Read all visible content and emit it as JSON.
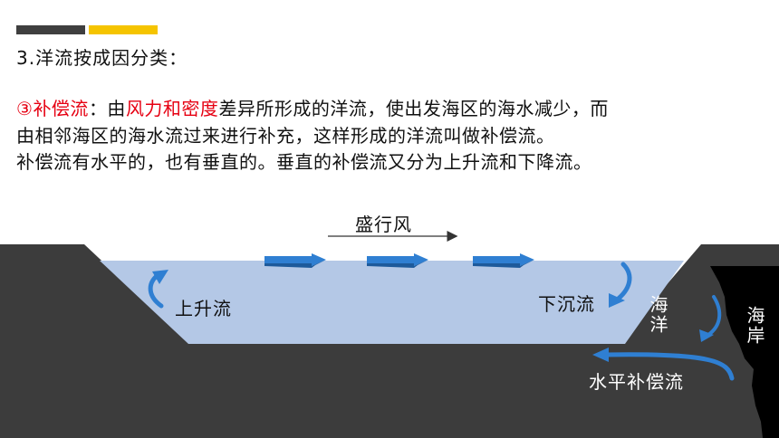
{
  "title": "3.洋流按成因分类：",
  "paragraph": {
    "number": "③",
    "term": "补偿流",
    "colon": "：由",
    "highlight": "风力和密度",
    "line1_rest": "差异所形成的洋流，使出发海区的海水减少，而",
    "line2": "由相邻海区的海水流过来进行补充，这样形成的洋流叫做补偿流。",
    "line3": "补偿流有水平的，也有垂直的。垂直的补偿流又分为上升流和下降流。"
  },
  "diagram": {
    "wind_label": "盛行风",
    "upwelling_label": "上升流",
    "downwelling_label": "下沉流",
    "ocean_label": "海洋",
    "coast_label": "海岸",
    "horizontal_label": "水平补偿流"
  },
  "colors": {
    "accent_red": "#e60012",
    "bar_dark": "#3f3f3f",
    "bar_gold": "#f5c400",
    "land": "#3c3c3c",
    "water": "#b4c8e6",
    "arrow_blue": "#2f7fd2",
    "coast_black": "#000000"
  },
  "icons": [
    "wind-arrow-icon",
    "current-arrow-icon",
    "upwelling-arrow-icon",
    "downwelling-arrow-icon"
  ]
}
